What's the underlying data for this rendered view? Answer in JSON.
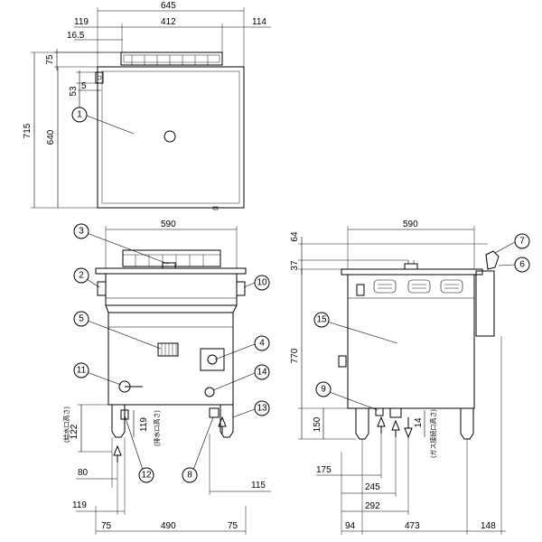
{
  "dimensions": {
    "top_width": "645",
    "top_left": "119",
    "top_mid": "412",
    "top_right": "114",
    "top_offset": "16.5",
    "top_75": "75",
    "top_53": "53",
    "top_5": "5",
    "height_715": "715",
    "height_640": "640",
    "front_width": "590",
    "front_122": "122",
    "front_119": "119",
    "front_80": "80",
    "front_bottom_119": "119",
    "front_115": "115",
    "front_75_left": "75",
    "front_490": "490",
    "front_75_right": "75",
    "side_width": "590",
    "side_64": "64",
    "side_37": "37",
    "side_770": "770",
    "side_150": "150",
    "side_14": "14",
    "side_175": "175",
    "side_245": "245",
    "side_292": "292",
    "side_94": "94",
    "side_473": "473",
    "side_148": "148"
  },
  "notes": {
    "water_supply_height": "(給水口高さ)",
    "drain_height": "(排水口高さ)",
    "gas_inlet_height": "(ガス接続口高さ)"
  },
  "callouts": [
    "1",
    "2",
    "3",
    "4",
    "5",
    "6",
    "7",
    "8",
    "9",
    "10",
    "11",
    "12",
    "13",
    "14",
    "15"
  ]
}
